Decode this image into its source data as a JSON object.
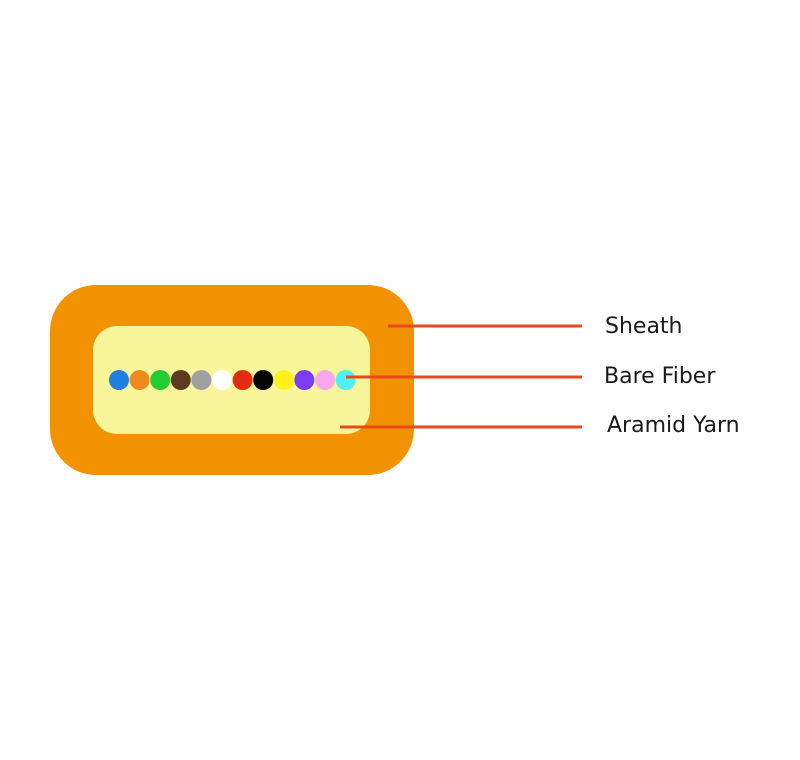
{
  "labels": {
    "sheath": "Sheath",
    "bare_fiber": "Bare Fiber",
    "aramid_yarn": "Aramid Yarn"
  },
  "colors": {
    "sheath": "#f39200",
    "aramid_yarn": "#f8f59a",
    "leader_line": "#e84a1e",
    "background": "#fffefe"
  },
  "fibers": [
    {
      "name": "blue",
      "color": "#1e7fe0"
    },
    {
      "name": "orange",
      "color": "#ee8a1c"
    },
    {
      "name": "green",
      "color": "#22cc33"
    },
    {
      "name": "brown",
      "color": "#5a3d1e"
    },
    {
      "name": "grey",
      "color": "#a0a0a0"
    },
    {
      "name": "white",
      "color": "#ffffff"
    },
    {
      "name": "red",
      "color": "#e52a12"
    },
    {
      "name": "black",
      "color": "#050505"
    },
    {
      "name": "yellow",
      "color": "#fff21a"
    },
    {
      "name": "violet",
      "color": "#7a3df0"
    },
    {
      "name": "rose",
      "color": "#f8a8e8"
    },
    {
      "name": "aqua",
      "color": "#4ff0f0"
    }
  ]
}
